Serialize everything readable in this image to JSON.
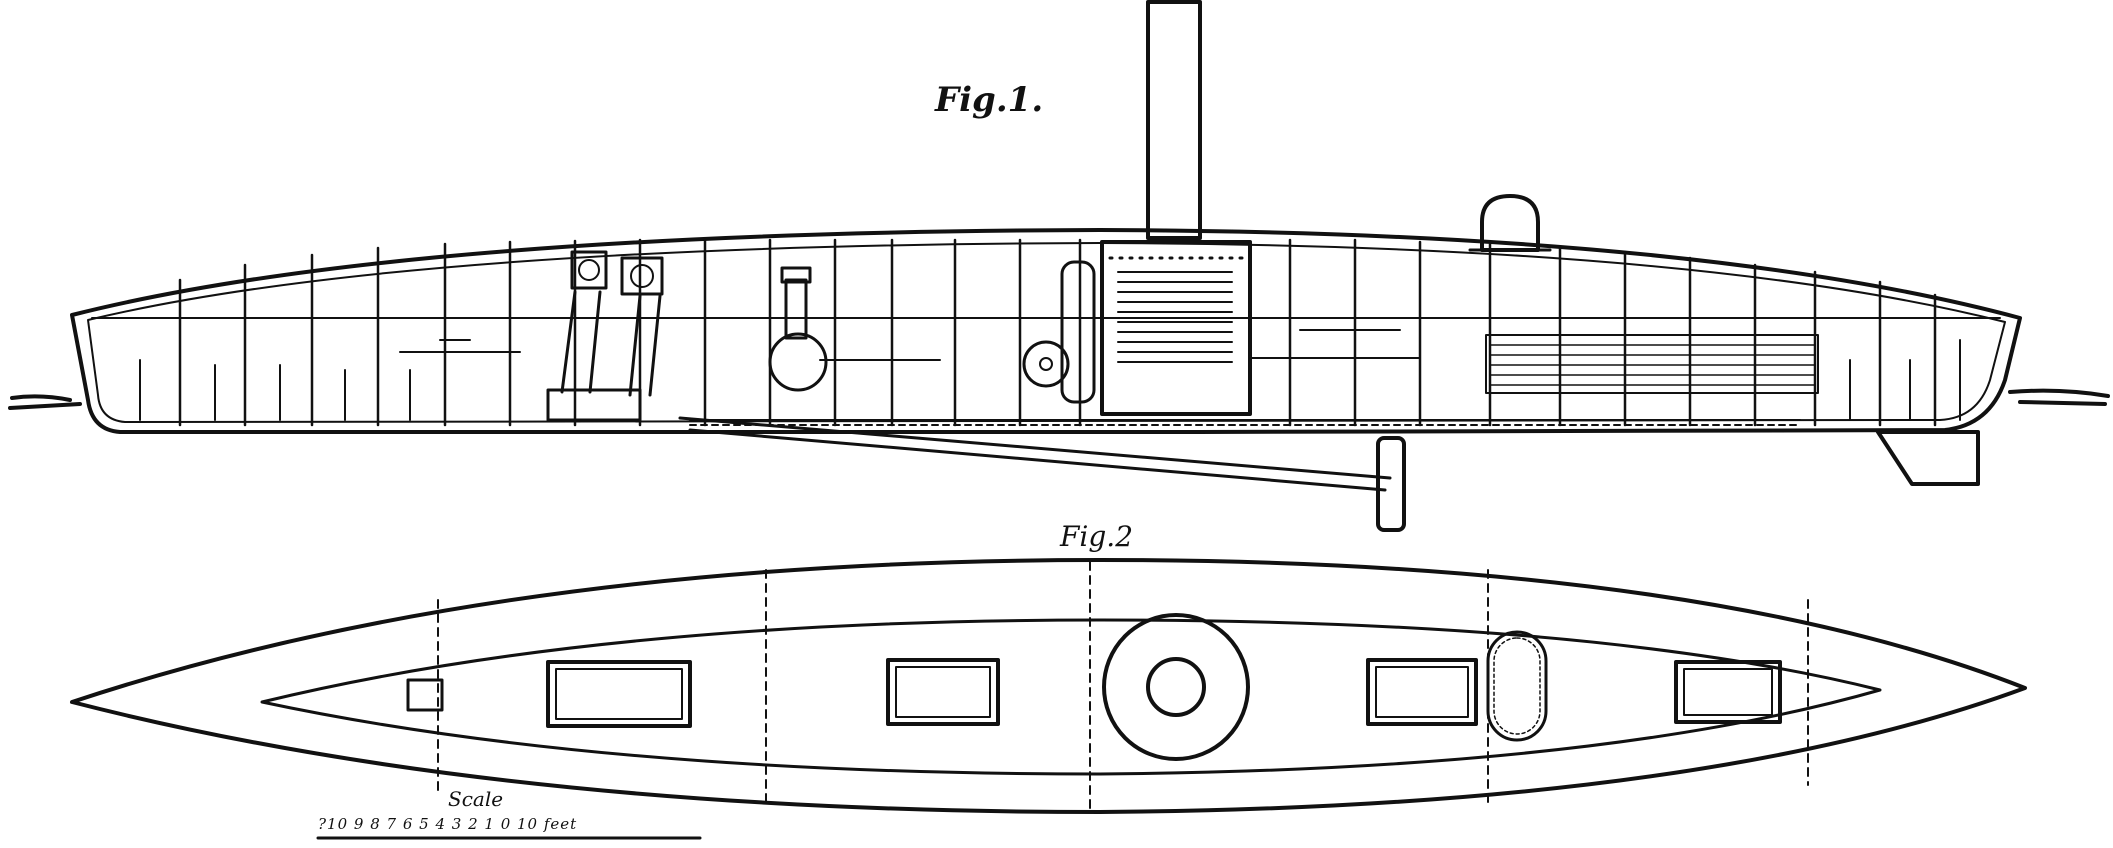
{
  "figure1": {
    "label": "Fig.1."
  },
  "figure2": {
    "label": "Fig.2"
  },
  "scale": {
    "label": "Scale",
    "ticks": "?10 9 8 7 6 5 4 3 2 1 0 10 feet"
  },
  "colors": {
    "ink": "#111111",
    "paper": "#ffffff"
  }
}
